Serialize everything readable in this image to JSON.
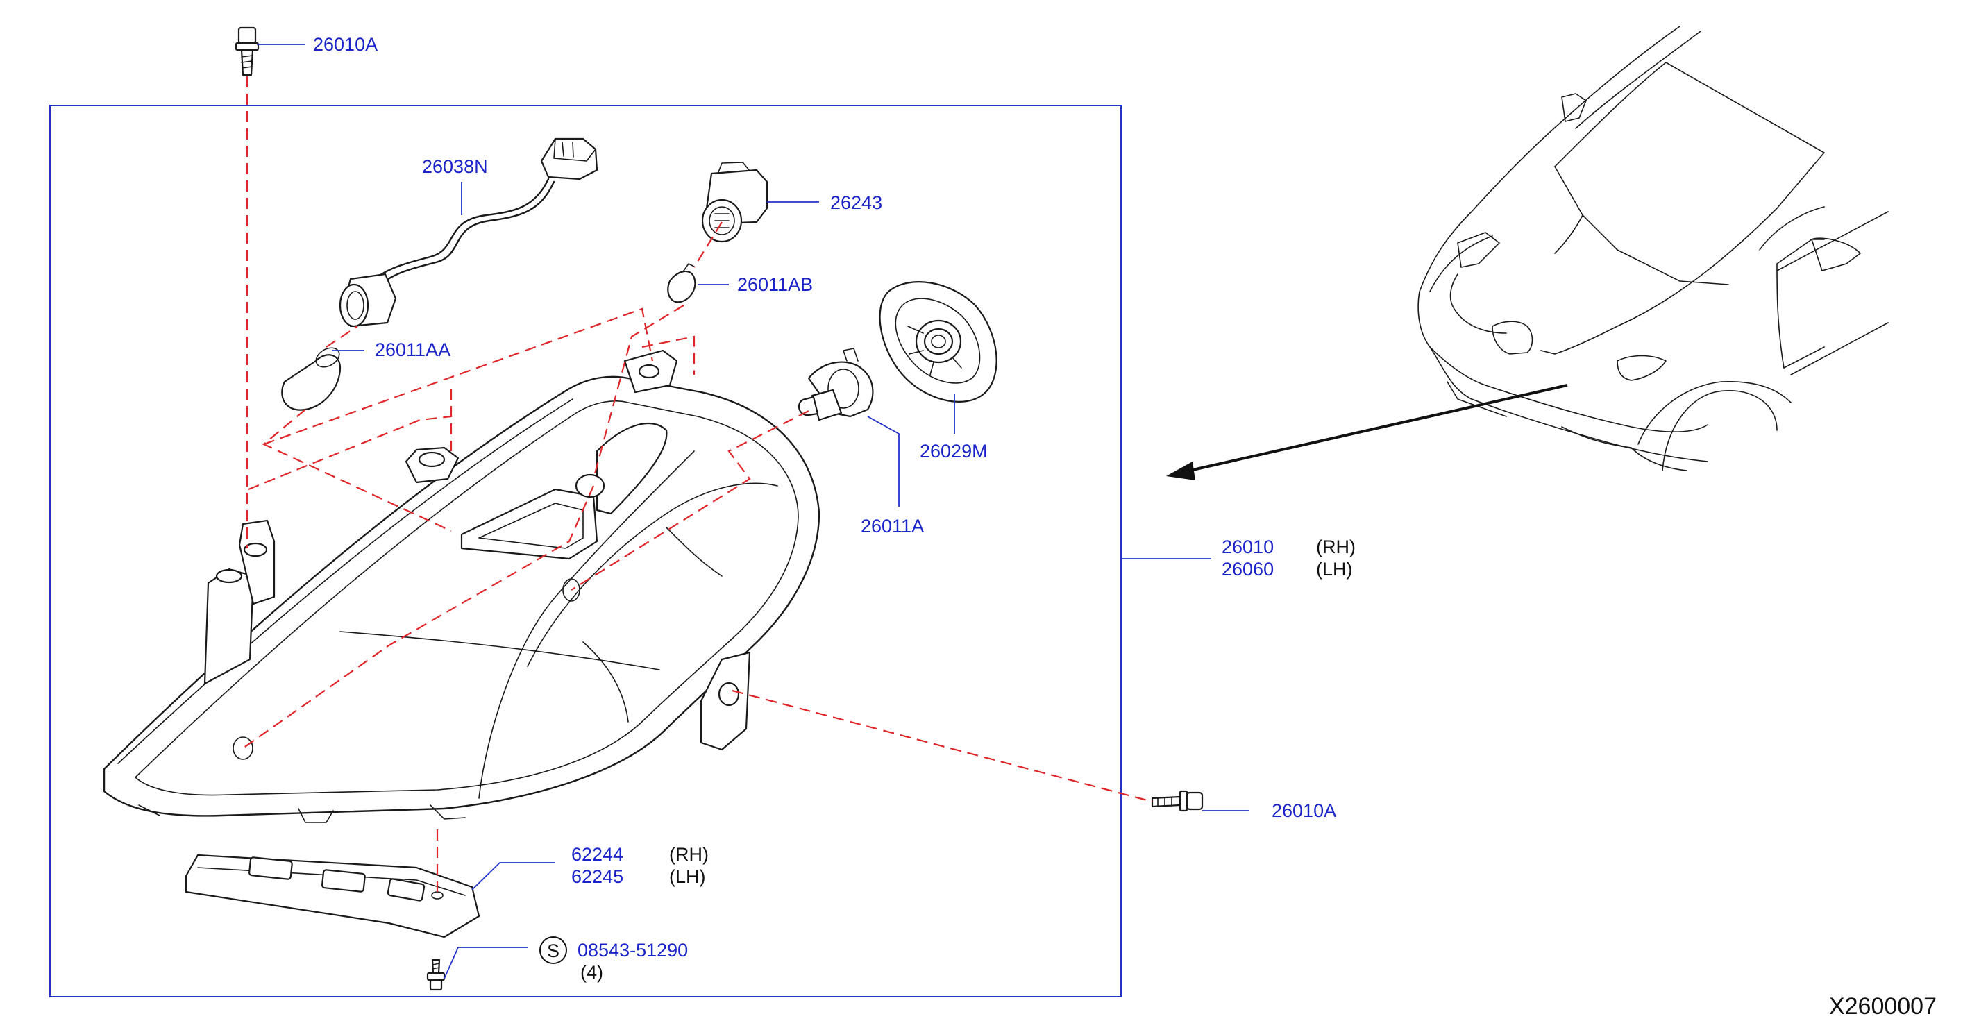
{
  "diagram": {
    "code": "X2600007",
    "parts": [
      {
        "id": "bolt_top",
        "number": "26010A"
      },
      {
        "id": "harness",
        "number": "26038N"
      },
      {
        "id": "socket",
        "number": "26243"
      },
      {
        "id": "bulb_small",
        "number": "26011AB"
      },
      {
        "id": "bulb_turn",
        "number": "26011AA"
      },
      {
        "id": "cap",
        "number": "26029M"
      },
      {
        "id": "bulb_main",
        "number": "26011A"
      },
      {
        "id": "headlamp",
        "numbers": [
          {
            "number": "26010",
            "side": "(RH)"
          },
          {
            "number": "26060",
            "side": "(LH)"
          }
        ]
      },
      {
        "id": "bolt_side",
        "number": "26010A"
      },
      {
        "id": "bracket",
        "numbers": [
          {
            "number": "62244",
            "side": "(RH)"
          },
          {
            "number": "62245",
            "side": "(LH)"
          }
        ]
      },
      {
        "id": "screw",
        "symbol": "S",
        "number": "08543-51290",
        "quantity": "(4)"
      }
    ]
  }
}
